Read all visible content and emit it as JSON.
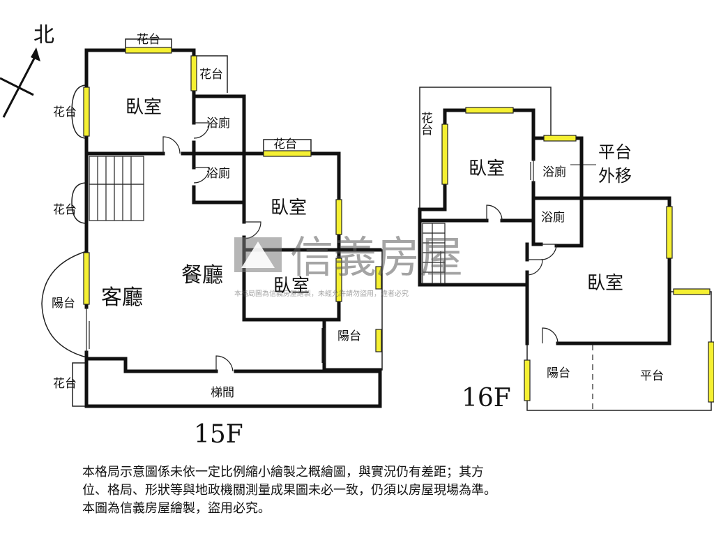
{
  "compass": {
    "label": "北"
  },
  "floor15": {
    "floor_label": "15F",
    "rooms": {
      "bedroom_nw": "臥室",
      "bath_1": "浴廁",
      "bath_2": "浴廁",
      "bedroom_mid": "臥室",
      "bedroom_small": "臥室",
      "dining": "餐廳",
      "living": "客廳",
      "stairwell": "梯間",
      "balcony_w": "陽台",
      "balcony_e": "陽台"
    },
    "planters": {
      "top": "花台",
      "top_right": "花台",
      "west_upper": "花台",
      "west_mid": "花台",
      "mid_bedroom": "花台",
      "south_west": "花台"
    }
  },
  "floor16": {
    "floor_label": "16F",
    "rooms": {
      "bedroom_nw": "臥室",
      "bath_1": "浴廁",
      "bath_2": "浴廁",
      "bedroom_main": "臥室",
      "balcony": "陽台",
      "terrace": "平台"
    },
    "planters": {
      "west": "花台"
    },
    "annotation_line1": "平台",
    "annotation_line2": "外移"
  },
  "watermark": {
    "brand": "信義房屋",
    "caption": "本格局圖為信義房屋繪製，未經允許請勿盜用，違者必究"
  },
  "disclaimer": {
    "line1": "本格局示意圖係未依一定比例縮小繪製之概繪圖，與實況仍有差距；其方",
    "line2": "位、格局、形狀等與地政機關測量成果圖未必一致，仍須以房屋現場為準。",
    "line3": "本圖為信義房屋繪製，盜用必究。"
  }
}
